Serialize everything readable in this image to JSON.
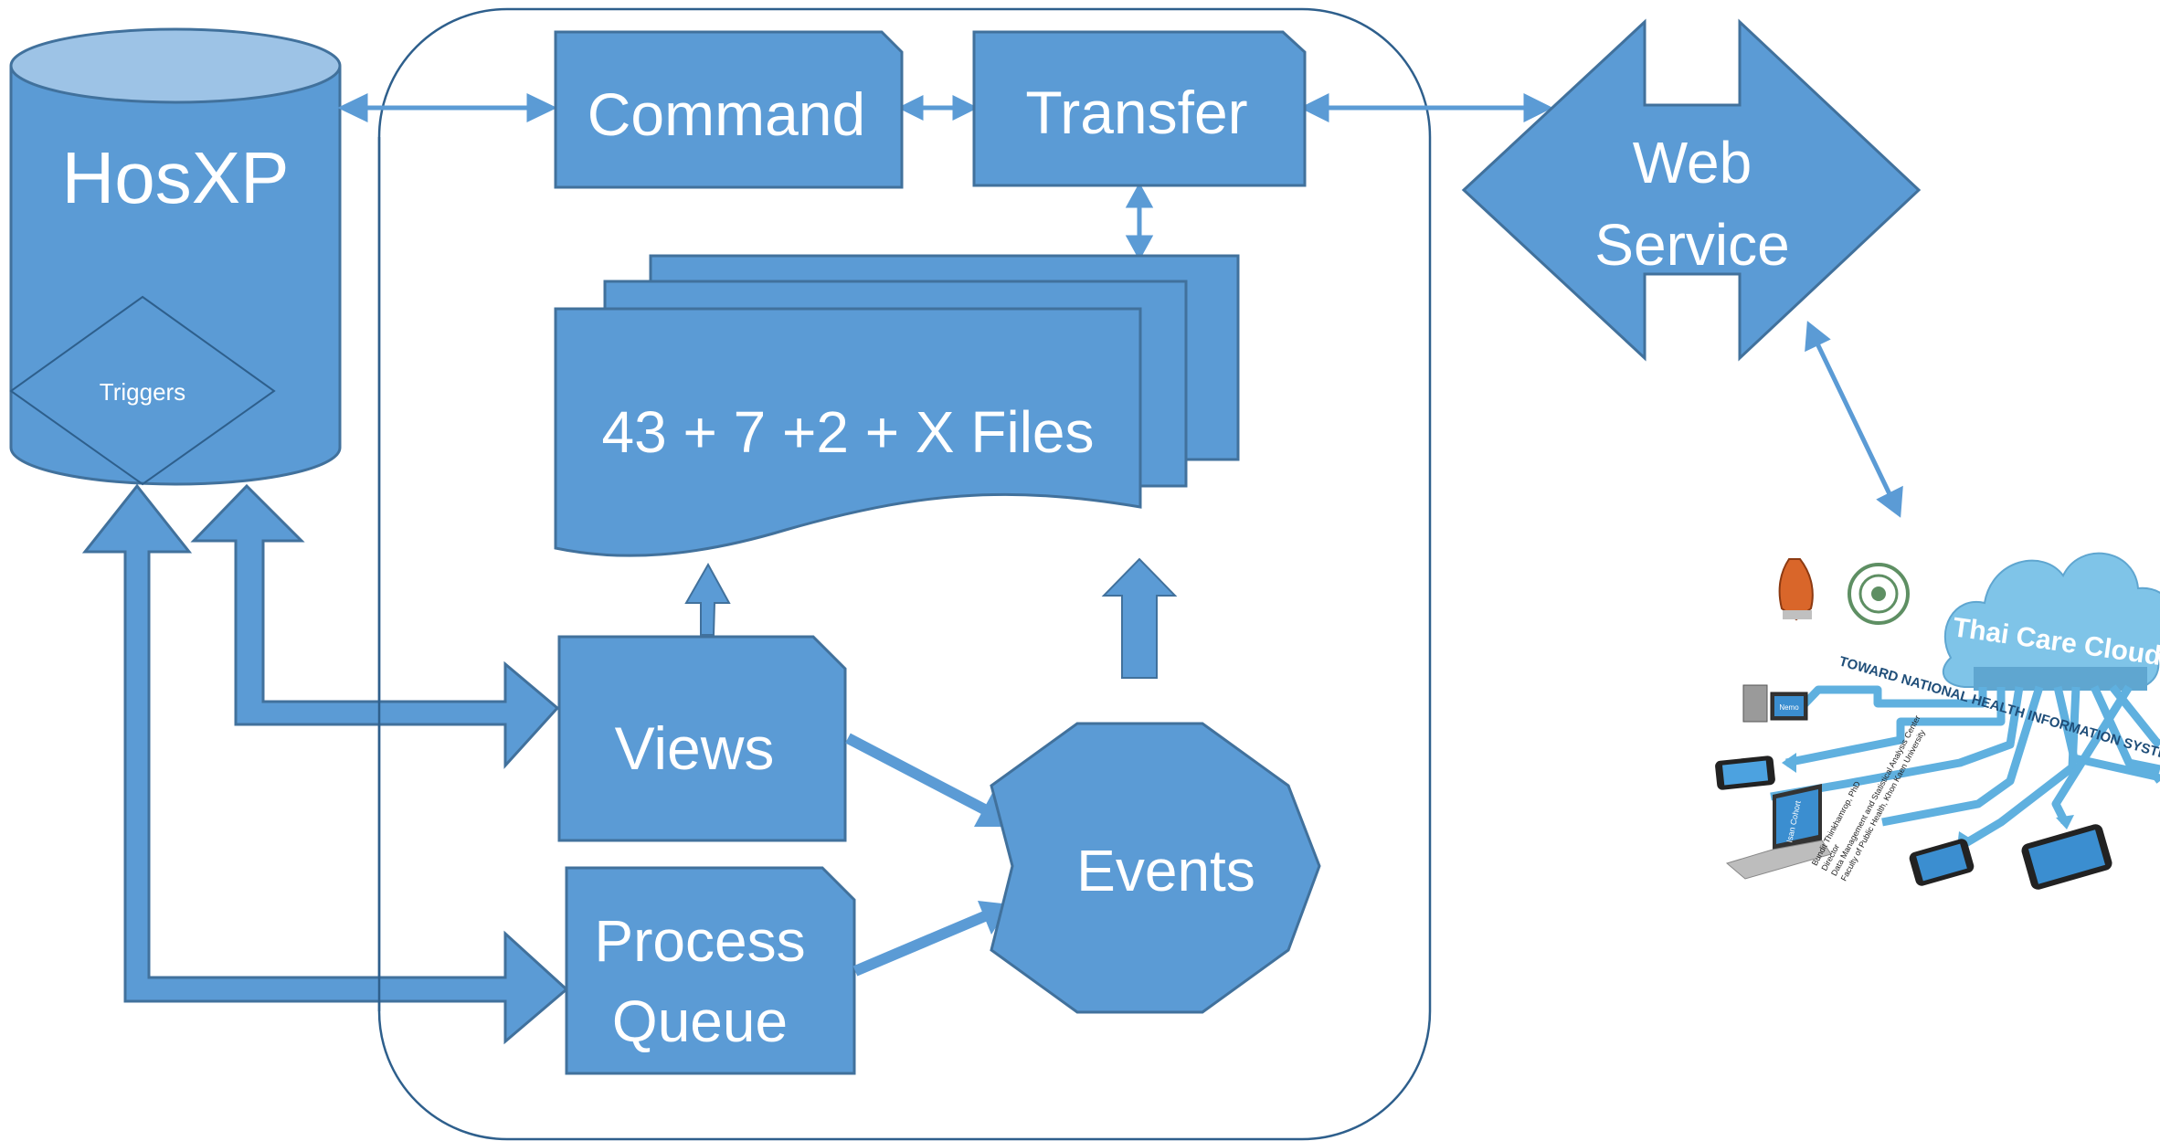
{
  "diagram": {
    "database": {
      "label": "HosXP",
      "triggers_label": "Triggers"
    },
    "command": {
      "label": "Command"
    },
    "transfer": {
      "label": "Transfer"
    },
    "files": {
      "label": "43 + 7 +2 + X Files"
    },
    "views": {
      "label": "Views"
    },
    "process_queue": {
      "line1": "Process",
      "line2": "Queue"
    },
    "events": {
      "label": "Events"
    },
    "web_service": {
      "line1": "Web",
      "line2": "Service"
    },
    "cloud_graphic": {
      "cloud_label": "Thai Care Cloud",
      "banner": "TOWARD NATIONAL HEALTH INFORMATION SYSTEM",
      "screen_labels": [
        "Isan Cohort",
        "Nemo"
      ],
      "credit_lines": [
        "Bundit Thinkhamrop, PhD",
        "Director",
        "Data Management and Statistical Analysis Center",
        "Faculty of Public Health, Khon Kaen University"
      ]
    }
  },
  "colors": {
    "shape_fill": "#5b9bd5",
    "shape_stroke": "#41719c",
    "container_stroke": "#2e5f8c",
    "text": "#ffffff",
    "cloud": "#7fc4e8"
  }
}
